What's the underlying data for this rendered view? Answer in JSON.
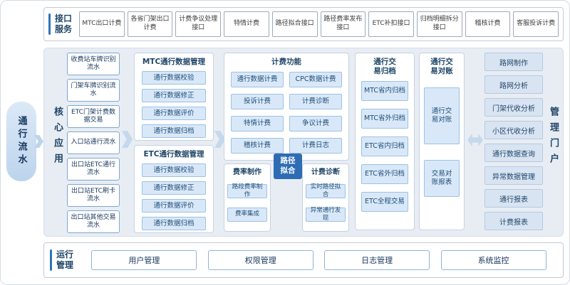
{
  "colors": {
    "accent": "#2E75B6",
    "title": "#1F4568",
    "item_bg": "#D9E8F8",
    "path_fit": "#2E6DB4",
    "main_bg": "#E8EDF4"
  },
  "interface_services": {
    "label": "接口服务",
    "items": [
      "MTC出口计费",
      "各省门架出口计费",
      "计费争议处理接口",
      "特情计费",
      "路径拟合接口",
      "路径费率发布接口",
      "ETC补扣接口",
      "归档明细拆分接口",
      "稽核计费",
      "客服投诉计费"
    ]
  },
  "traffic_flow": {
    "label": "通行流水"
  },
  "core_app": {
    "label": "核心应用",
    "sources": [
      "收费站车牌识别流水",
      "门架车牌识别流水",
      "ETC门架计费数据交易",
      "入口站通行流水",
      "出口站ETC通行流水",
      "出口站ETC刷卡流水",
      "出口站其他交易流水"
    ]
  },
  "mtc_group": {
    "title": "MTC通行数据管理",
    "items": [
      "通行数据校验",
      "通行数据修正",
      "通行数据评价",
      "通行数据归档"
    ]
  },
  "etc_group": {
    "title": "ETC通行数据管理",
    "items": [
      "通行数据校验",
      "通行数据修正",
      "通行数据评价",
      "通行数据归档"
    ]
  },
  "billing_group": {
    "title": "计费功能",
    "items": [
      "通行数据计费",
      "CPC数据计费",
      "投诉计费",
      "计费诊断",
      "特情计费",
      "争议计费",
      "稽核计费",
      "计费日志"
    ]
  },
  "rate_group": {
    "title": "费率制作",
    "items": [
      "路段费率制作",
      "费率集成"
    ]
  },
  "path_fitting": {
    "label": "路径拟合"
  },
  "diagnosis_group": {
    "title": "计费诊断",
    "items": [
      "实时路径拟合",
      "异常通行发现"
    ]
  },
  "archive_group": {
    "title": "通行交易归档",
    "items": [
      "MTC省内归档",
      "MTC省外归档",
      "ETC省内归档",
      "ETC省外归档",
      "ETC全程交易"
    ]
  },
  "reconcile_group": {
    "title": "通行交易对账",
    "items": [
      "通行交易对账",
      "交易对账报表"
    ]
  },
  "portal": {
    "label": "管理门户",
    "items": [
      "路网制作",
      "路网分析",
      "门架代收分析",
      "小区代收分析",
      "通行数据查询",
      "异常数据管理",
      "通行报表",
      "计费报表"
    ]
  },
  "operations": {
    "label": "运行管理",
    "items": [
      "用户管理",
      "权限管理",
      "日志管理",
      "系统监控"
    ]
  }
}
